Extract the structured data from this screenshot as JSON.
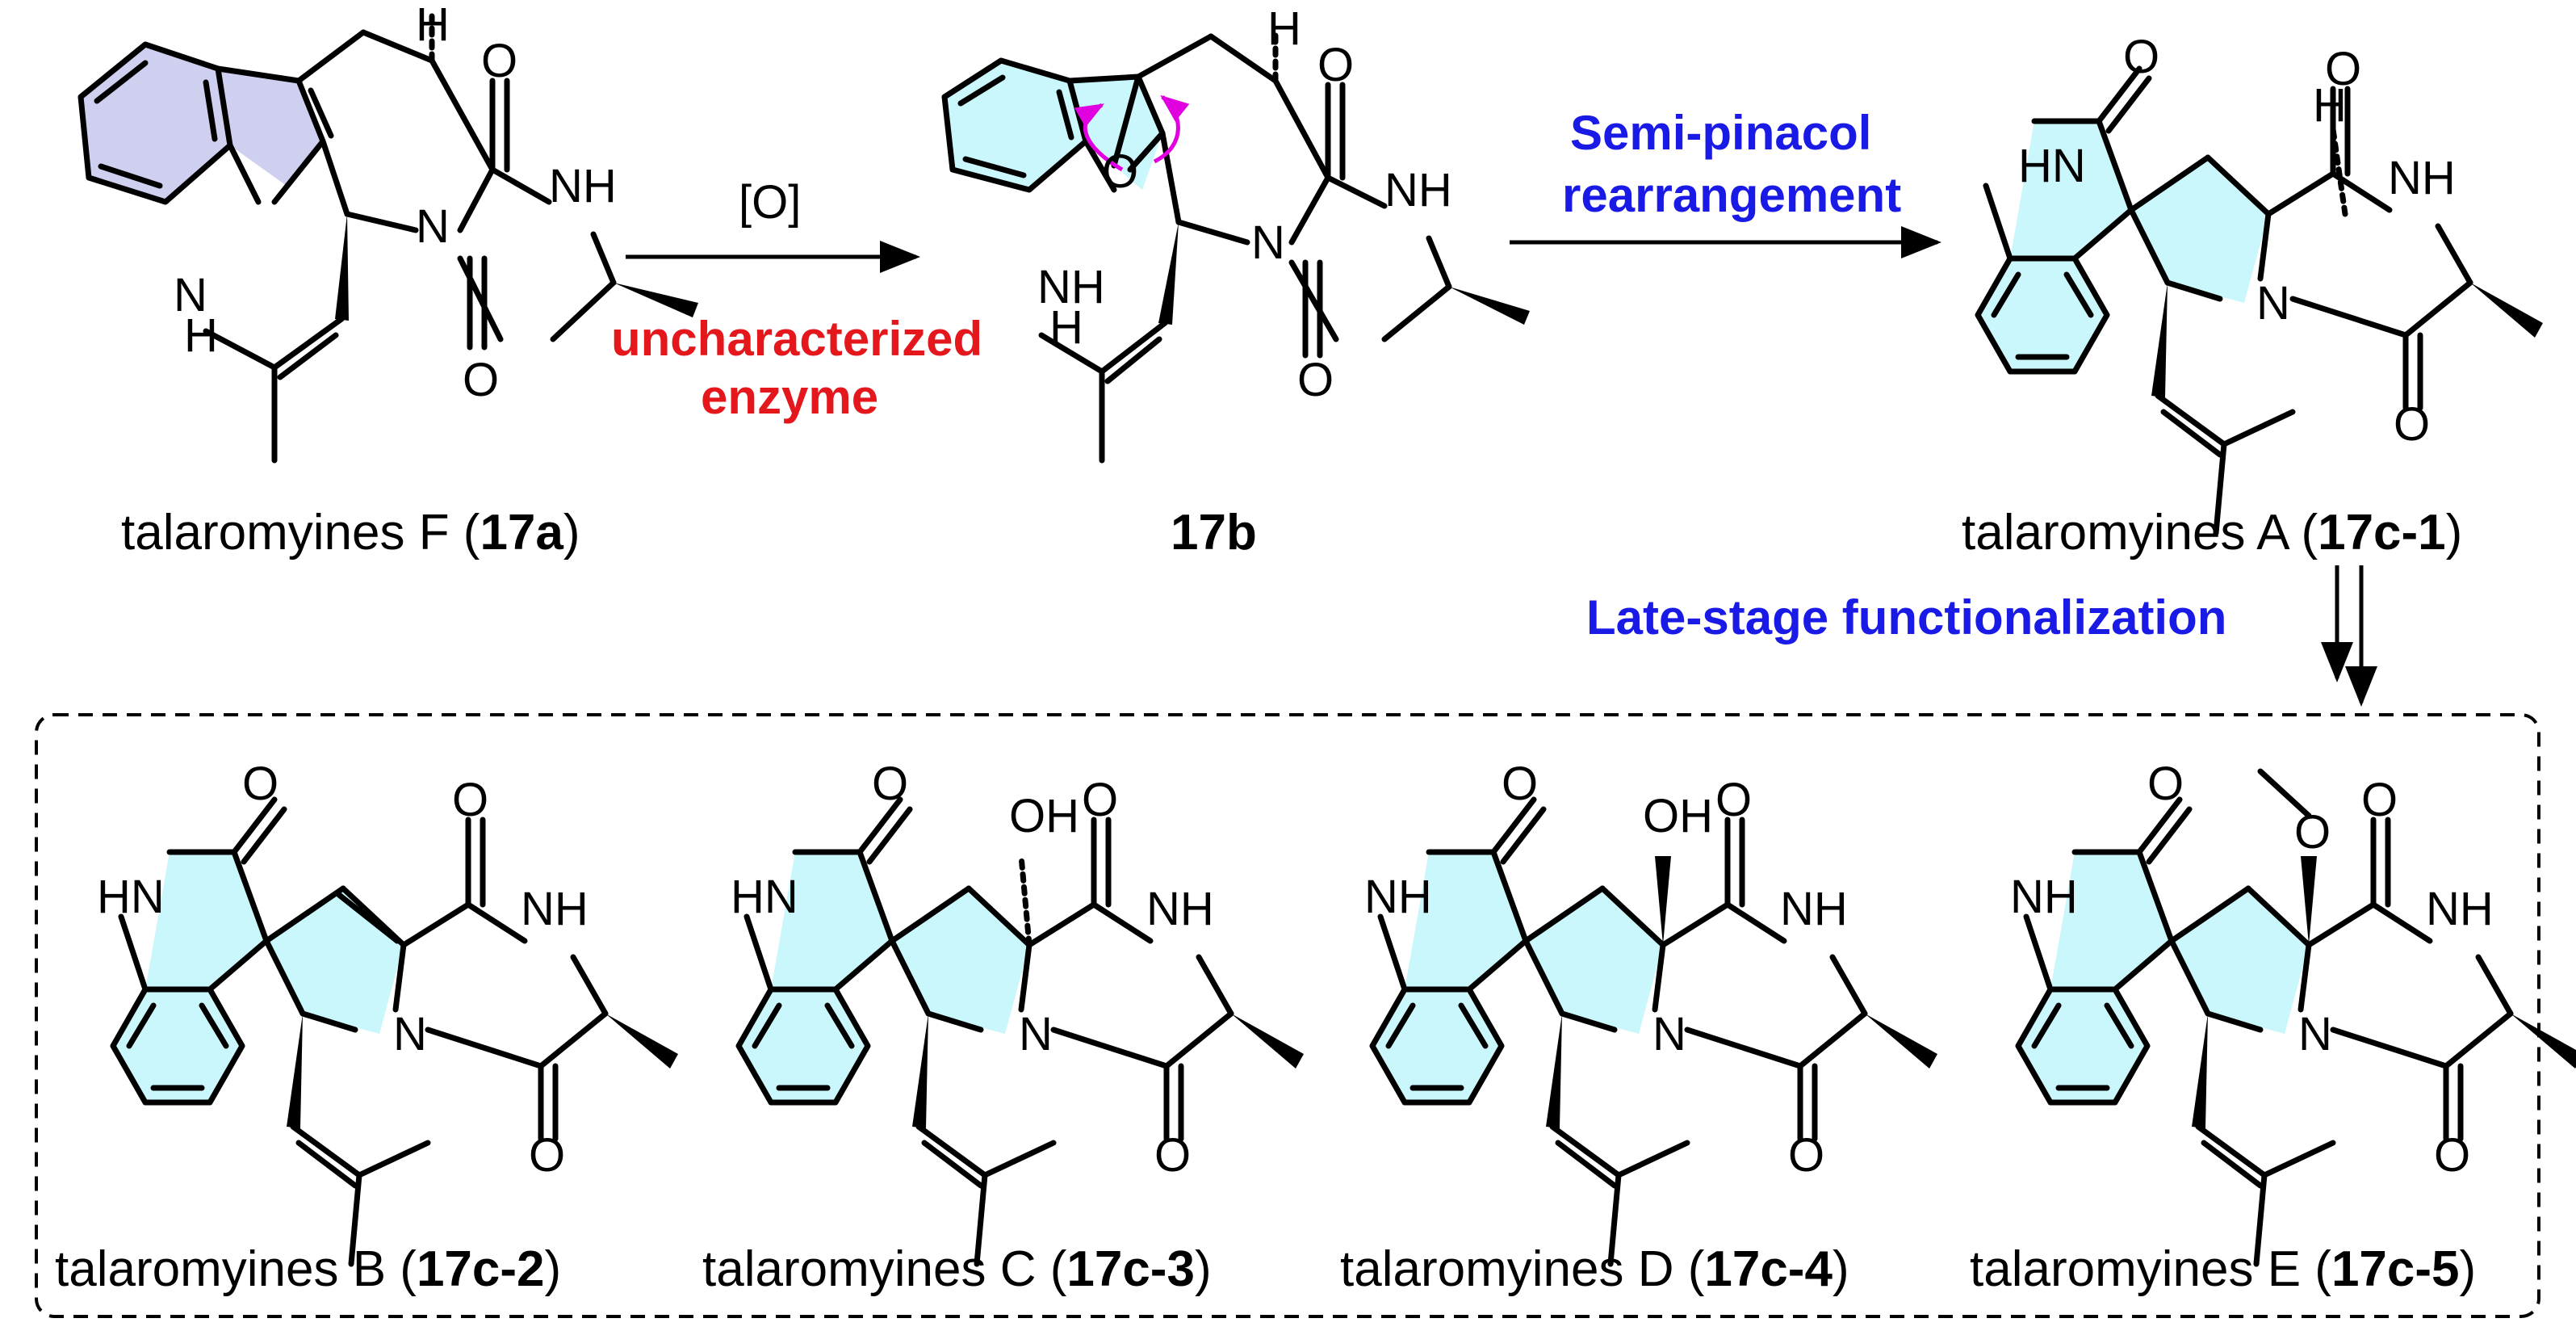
{
  "compounds": {
    "c17a": {
      "prefix": "talaromyines F (",
      "id": "17a",
      "suffix": ")"
    },
    "c17b": {
      "id": "17b"
    },
    "c17c1": {
      "prefix": "talaromyines A (",
      "id": "17c-1",
      "suffix": ")"
    },
    "c17c2": {
      "prefix": "talaromyines B (",
      "id": "17c-2",
      "suffix": ")"
    },
    "c17c3": {
      "prefix": "talaromyines C (",
      "id": "17c-3",
      "suffix": ")"
    },
    "c17c4": {
      "prefix": "talaromyines D (",
      "id": "17c-4",
      "suffix": ")"
    },
    "c17c5": {
      "prefix": "talaromyines E (",
      "id": "17c-5",
      "suffix": ")"
    }
  },
  "steps": {
    "oxidation_reagent": "[O]",
    "enzyme_line1": "uncharacterized",
    "enzyme_line2": "enzyme",
    "rearrangement_line1": "Semi-pinacol",
    "rearrangement_line2": "rearrangement",
    "late_stage": "Late-stage functionalization"
  },
  "atoms": {
    "H": "H",
    "O": "O",
    "N": "N",
    "NH": "NH",
    "HN": "HN",
    "OH": "OH"
  },
  "colors": {
    "indole_ring": "#cfcff0",
    "oxindole_ring": "#c9f7fb",
    "enzyme_text": "#e4171c",
    "process_text": "#1a1ae6",
    "mechanism_arrow": "#e000e0"
  }
}
